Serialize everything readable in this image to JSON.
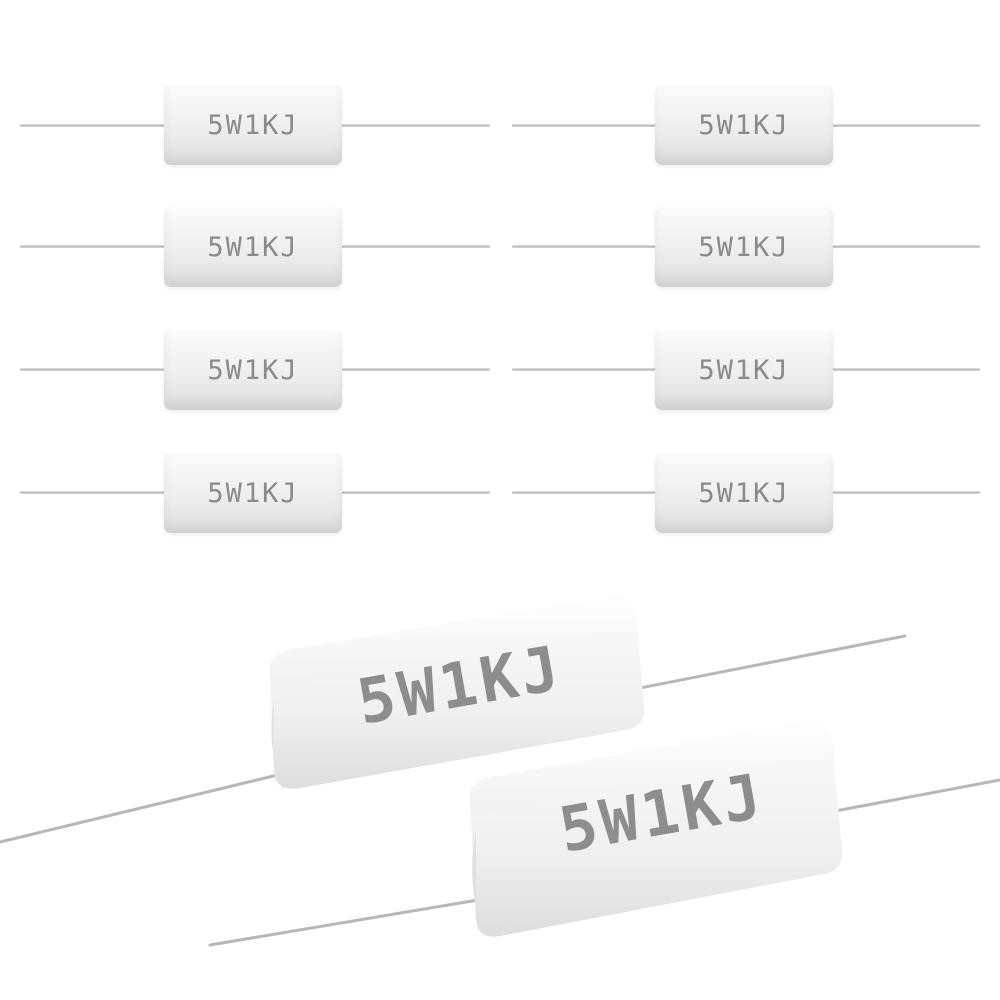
{
  "resistor_grid": [
    {
      "label": "5W1KJ"
    },
    {
      "label": "5W1KJ"
    },
    {
      "label": "5W1KJ"
    },
    {
      "label": "5W1KJ"
    },
    {
      "label": "5W1KJ"
    },
    {
      "label": "5W1KJ"
    },
    {
      "label": "5W1KJ"
    },
    {
      "label": "5W1KJ"
    }
  ],
  "closeup": [
    {
      "label": "5W1KJ"
    },
    {
      "label": "5W1KJ"
    }
  ]
}
